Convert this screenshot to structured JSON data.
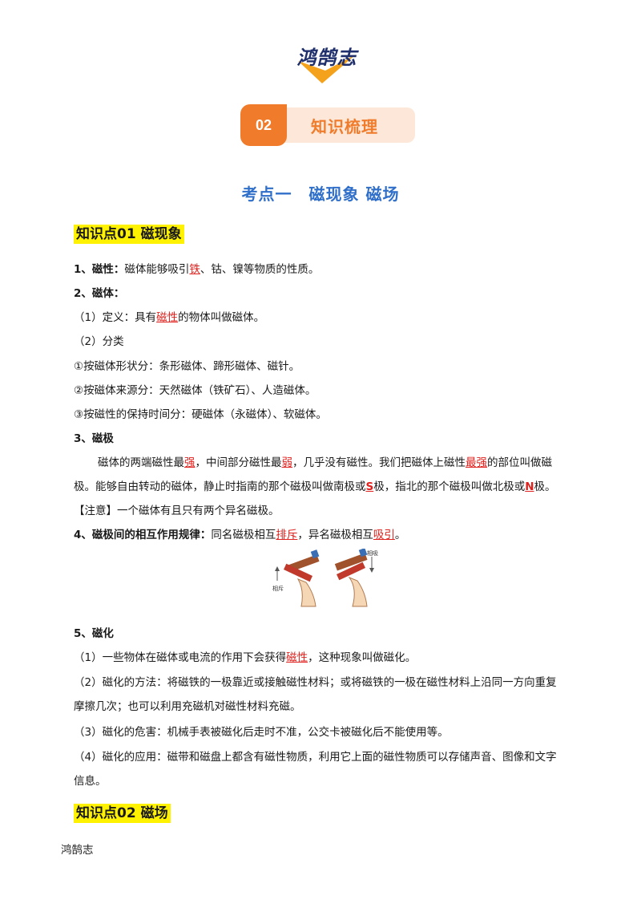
{
  "logo": {
    "text": "鸿鹄志"
  },
  "banner": {
    "number": "02",
    "label": "知识梳理"
  },
  "section_title": "考点一　磁现象 磁场",
  "kp1": {
    "heading": "知识点01  磁现象"
  },
  "p1": {
    "label": "1、磁性：",
    "t1": "磁体能够吸引",
    "b1": "铁",
    "t2": "、钴、镍等物质的性质。"
  },
  "p2": {
    "label": "2、磁体："
  },
  "p2_1": {
    "t1": "（1）定义：具有",
    "b1": "磁性",
    "t2": "的物体叫做磁体。"
  },
  "p2_2": {
    "t1": "（2）分类"
  },
  "p2_3": {
    "t1": "①按磁体形状分：条形磁体、蹄形磁体、磁针。"
  },
  "p2_4": {
    "t1": "②按磁体来源分：天然磁体（铁矿石）、人造磁体。"
  },
  "p2_5": {
    "t1": "③按磁性的保持时间分：硬磁体（永磁体）、软磁体。"
  },
  "p3": {
    "label": "3、磁极"
  },
  "p3_1": {
    "t1": "磁体的两端磁性最",
    "b1": "强",
    "t2": "，中间部分磁性最",
    "b2": "弱",
    "t3": "，几乎没有磁性。我们把磁体上磁性",
    "b3": "最强",
    "t4": "的部位叫做磁"
  },
  "p3_2": {
    "t1": "极。能够自由转动的磁体，静止时指南的那个磁极叫做南极或",
    "b1": "S",
    "t2": "极，指北的那个磁极叫做北极或",
    "b2": "N",
    "t3": "极。"
  },
  "p3_3": {
    "t1": "【注意】一个磁体有且只有两个异名磁极。"
  },
  "p4": {
    "label": "4、磁极间的相互作用规律：",
    "t1": "同名磁极相互",
    "b1": "排斥",
    "t2": "，异名磁极相互",
    "b2": "吸引",
    "t3": "。"
  },
  "figure": {
    "left_label": "相斥",
    "right_label": "相吸"
  },
  "p5": {
    "label": "5、磁化"
  },
  "p5_1": {
    "t1": "（1）一些物体在磁体或电流的作用下会获得",
    "b1": "磁性",
    "t2": "，这种现象叫做磁化。"
  },
  "p5_2": {
    "t1": "（2）磁化的方法：将磁铁的一极靠近或接触磁性材料；或将磁铁的一极在磁性材料上沿同一方向重复"
  },
  "p5_3": {
    "t1": "摩擦几次；也可以利用充磁机对磁性材料充磁。"
  },
  "p5_4": {
    "t1": "（3）磁化的危害：机械手表被磁化后走时不准，公交卡被磁化后不能使用等。"
  },
  "p5_5": {
    "t1": "（4）磁化的应用：磁带和磁盘上都含有磁性物质，利用它上面的磁性物质可以存储声音、图像和文字"
  },
  "p5_6": {
    "t1": "信息。"
  },
  "kp2": {
    "heading": "知识点02  磁场"
  },
  "footer": {
    "text": "鸿鹄志"
  },
  "colors": {
    "accent_orange": "#f07b2a",
    "title_blue": "#2f6fc9",
    "answer_red": "#e0201c",
    "highlight_yellow": "#fff200"
  }
}
